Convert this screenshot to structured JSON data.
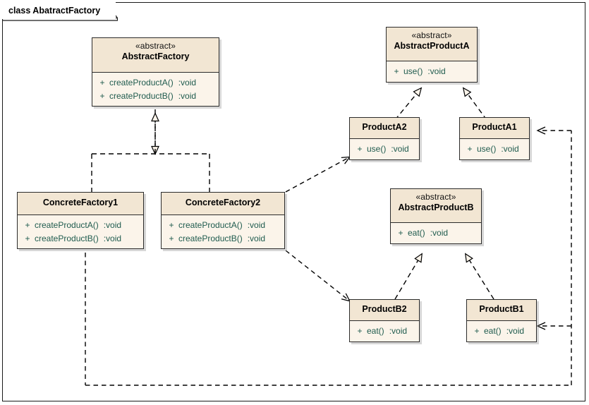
{
  "diagram": {
    "title": "class AbatractFactory",
    "kind": "uml-class-diagram",
    "colors": {
      "header_fill": "#f2e6d3",
      "body_fill": "#fbf4ea",
      "border": "#2b2b2b",
      "member_text": "#1f5b4e",
      "line": "#000000",
      "canvas": "#ffffff"
    }
  },
  "classes": [
    {
      "id": "AbstractFactory",
      "stereotype": "«abstract»",
      "name": "AbstractFactory",
      "abstract": true,
      "members": [
        {
          "visibility": "+",
          "signature": "createProductA()",
          "type": ":void"
        },
        {
          "visibility": "+",
          "signature": "createProductB()",
          "type": ":void"
        }
      ]
    },
    {
      "id": "AbstractProductA",
      "stereotype": "«abstract»",
      "name": "AbstractProductA",
      "abstract": true,
      "members": [
        {
          "visibility": "+",
          "signature": "use()",
          "type": ":void"
        }
      ]
    },
    {
      "id": "ProductA2",
      "stereotype": "",
      "name": "ProductA2",
      "abstract": false,
      "members": [
        {
          "visibility": "+",
          "signature": "use()",
          "type": ":void"
        }
      ]
    },
    {
      "id": "ProductA1",
      "stereotype": "",
      "name": "ProductA1",
      "abstract": false,
      "members": [
        {
          "visibility": "+",
          "signature": "use()",
          "type": ":void"
        }
      ]
    },
    {
      "id": "ConcreteFactory1",
      "stereotype": "",
      "name": "ConcreteFactory1",
      "abstract": false,
      "members": [
        {
          "visibility": "+",
          "signature": "createProductA()",
          "type": ":void"
        },
        {
          "visibility": "+",
          "signature": "createProductB()",
          "type": ":void"
        }
      ]
    },
    {
      "id": "ConcreteFactory2",
      "stereotype": "",
      "name": "ConcreteFactory2",
      "abstract": false,
      "members": [
        {
          "visibility": "+",
          "signature": "createProductA()",
          "type": ":void"
        },
        {
          "visibility": "+",
          "signature": "createProductB()",
          "type": ":void"
        }
      ]
    },
    {
      "id": "AbstractProductB",
      "stereotype": "«abstract»",
      "name": "AbstractProductB",
      "abstract": true,
      "members": [
        {
          "visibility": "+",
          "signature": "eat()",
          "type": ":void"
        }
      ]
    },
    {
      "id": "ProductB2",
      "stereotype": "",
      "name": "ProductB2",
      "abstract": false,
      "members": [
        {
          "visibility": "+",
          "signature": "eat()",
          "type": ":void"
        }
      ]
    },
    {
      "id": "ProductB1",
      "stereotype": "",
      "name": "ProductB1",
      "abstract": false,
      "members": [
        {
          "visibility": "+",
          "signature": "eat()",
          "type": ":void"
        }
      ]
    }
  ],
  "relationships": [
    {
      "from": "ConcreteFactory1",
      "to": "AbstractFactory",
      "type": "realization"
    },
    {
      "from": "ConcreteFactory2",
      "to": "AbstractFactory",
      "type": "realization"
    },
    {
      "from": "ProductA2",
      "to": "AbstractProductA",
      "type": "realization"
    },
    {
      "from": "ProductA1",
      "to": "AbstractProductA",
      "type": "realization"
    },
    {
      "from": "ProductB2",
      "to": "AbstractProductB",
      "type": "realization"
    },
    {
      "from": "ProductB1",
      "to": "AbstractProductB",
      "type": "realization"
    },
    {
      "from": "ConcreteFactory2",
      "to": "ProductA2",
      "type": "dependency"
    },
    {
      "from": "ConcreteFactory2",
      "to": "ProductB2",
      "type": "dependency"
    },
    {
      "from": "ConcreteFactory1",
      "to": "ProductA1",
      "type": "dependency"
    },
    {
      "from": "ConcreteFactory1",
      "to": "ProductB1",
      "type": "dependency"
    }
  ]
}
